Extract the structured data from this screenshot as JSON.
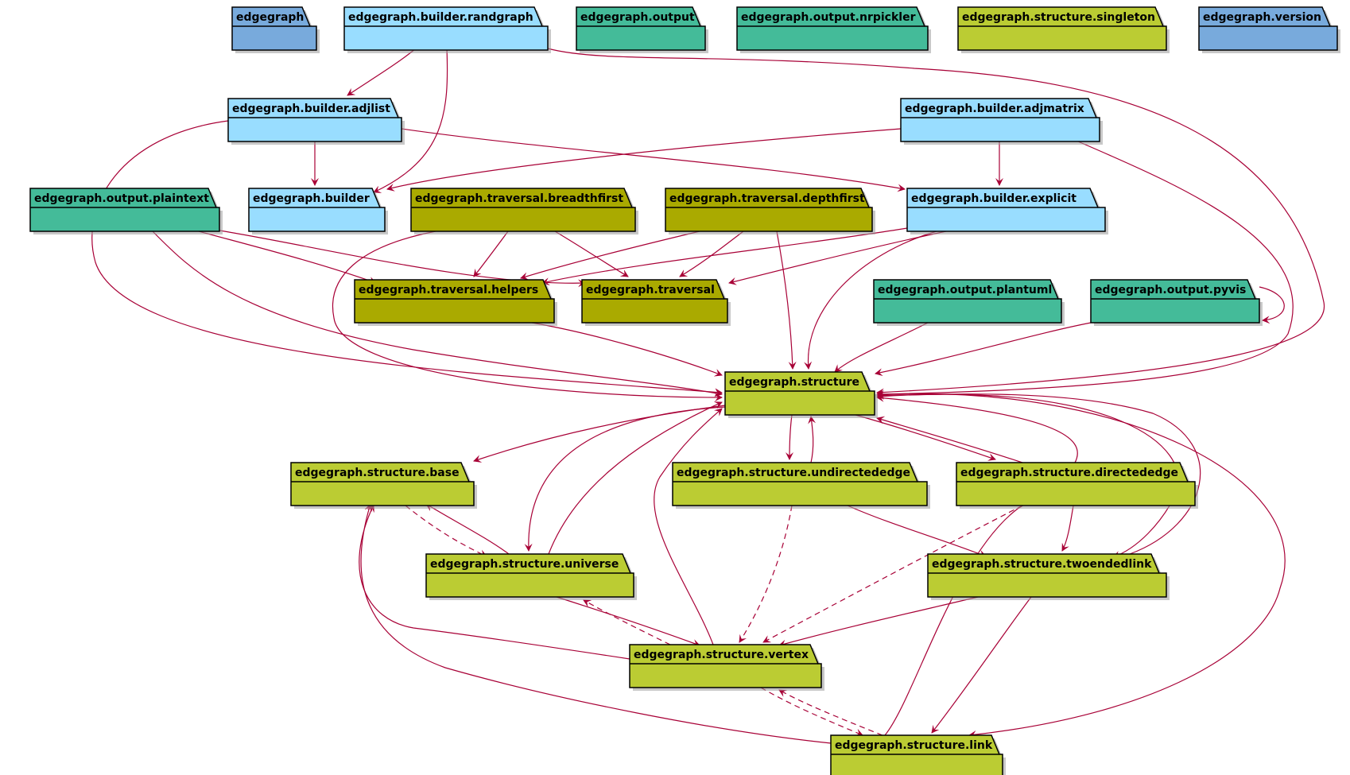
{
  "colors": {
    "edge": "#A80036",
    "outline": "#000000",
    "shadow": "#9a9a9a",
    "palette": {
      "root": "#78AADC",
      "builder": "#99DDFF",
      "output": "#44BB99",
      "traversal": "#AAAA00",
      "structure": "#BBCC33"
    }
  },
  "packages": [
    {
      "id": "edgegraph",
      "label": "edgegraph",
      "group": "root"
    },
    {
      "id": "randgraph",
      "label": "edgegraph.builder.randgraph",
      "group": "builder"
    },
    {
      "id": "output",
      "label": "edgegraph.output",
      "group": "output"
    },
    {
      "id": "nrpickler",
      "label": "edgegraph.output.nrpickler",
      "group": "output"
    },
    {
      "id": "singleton",
      "label": "edgegraph.structure.singleton",
      "group": "structure"
    },
    {
      "id": "version",
      "label": "edgegraph.version",
      "group": "root"
    },
    {
      "id": "adjlist",
      "label": "edgegraph.builder.adjlist",
      "group": "builder"
    },
    {
      "id": "adjmatrix",
      "label": "edgegraph.builder.adjmatrix",
      "group": "builder"
    },
    {
      "id": "plaintext",
      "label": "edgegraph.output.plaintext",
      "group": "output"
    },
    {
      "id": "builder",
      "label": "edgegraph.builder",
      "group": "builder"
    },
    {
      "id": "breadthfirst",
      "label": "edgegraph.traversal.breadthfirst",
      "group": "traversal"
    },
    {
      "id": "depthfirst",
      "label": "edgegraph.traversal.depthfirst",
      "group": "traversal"
    },
    {
      "id": "explicit",
      "label": "edgegraph.builder.explicit",
      "group": "builder"
    },
    {
      "id": "helpers",
      "label": "edgegraph.traversal.helpers",
      "group": "traversal"
    },
    {
      "id": "traversal",
      "label": "edgegraph.traversal",
      "group": "traversal"
    },
    {
      "id": "plantuml",
      "label": "edgegraph.output.plantuml",
      "group": "output"
    },
    {
      "id": "pyvis",
      "label": "edgegraph.output.pyvis",
      "group": "output"
    },
    {
      "id": "structure",
      "label": "edgegraph.structure",
      "group": "structure"
    },
    {
      "id": "base",
      "label": "edgegraph.structure.base",
      "group": "structure"
    },
    {
      "id": "undirectededge",
      "label": "edgegraph.structure.undirectededge",
      "group": "structure"
    },
    {
      "id": "directededge",
      "label": "edgegraph.structure.directededge",
      "group": "structure"
    },
    {
      "id": "universe",
      "label": "edgegraph.structure.universe",
      "group": "structure"
    },
    {
      "id": "twoendedlink",
      "label": "edgegraph.structure.twoendedlink",
      "group": "structure"
    },
    {
      "id": "vertex",
      "label": "edgegraph.structure.vertex",
      "group": "structure"
    },
    {
      "id": "link",
      "label": "edgegraph.structure.link",
      "group": "structure"
    }
  ],
  "edges": [
    {
      "from": "randgraph",
      "to": "adjlist",
      "style": "solid"
    },
    {
      "from": "randgraph",
      "to": "builder",
      "style": "solid"
    },
    {
      "from": "randgraph",
      "to": "structure",
      "style": "solid"
    },
    {
      "from": "adjlist",
      "to": "builder",
      "style": "solid"
    },
    {
      "from": "adjlist",
      "to": "explicit",
      "style": "solid"
    },
    {
      "from": "adjlist",
      "to": "structure",
      "style": "solid"
    },
    {
      "from": "adjmatrix",
      "to": "builder",
      "style": "solid"
    },
    {
      "from": "adjmatrix",
      "to": "explicit",
      "style": "solid"
    },
    {
      "from": "adjmatrix",
      "to": "structure",
      "style": "solid"
    },
    {
      "from": "plaintext",
      "to": "helpers",
      "style": "solid"
    },
    {
      "from": "plaintext",
      "to": "traversal",
      "style": "solid"
    },
    {
      "from": "plaintext",
      "to": "structure",
      "style": "solid"
    },
    {
      "from": "breadthfirst",
      "to": "helpers",
      "style": "solid"
    },
    {
      "from": "breadthfirst",
      "to": "traversal",
      "style": "solid"
    },
    {
      "from": "breadthfirst",
      "to": "structure",
      "style": "solid"
    },
    {
      "from": "depthfirst",
      "to": "helpers",
      "style": "solid"
    },
    {
      "from": "depthfirst",
      "to": "traversal",
      "style": "solid"
    },
    {
      "from": "depthfirst",
      "to": "structure",
      "style": "solid"
    },
    {
      "from": "explicit",
      "to": "helpers",
      "style": "solid"
    },
    {
      "from": "explicit",
      "to": "traversal",
      "style": "solid"
    },
    {
      "from": "explicit",
      "to": "structure",
      "style": "solid"
    },
    {
      "from": "helpers",
      "to": "structure",
      "style": "solid"
    },
    {
      "from": "plantuml",
      "to": "structure",
      "style": "solid"
    },
    {
      "from": "pyvis",
      "to": "pyvis",
      "style": "solid"
    },
    {
      "from": "pyvis",
      "to": "structure",
      "style": "solid"
    },
    {
      "from": "structure",
      "to": "base",
      "style": "solid"
    },
    {
      "from": "structure",
      "to": "universe",
      "style": "solid"
    },
    {
      "from": "structure",
      "to": "undirectededge",
      "style": "solid"
    },
    {
      "from": "structure",
      "to": "directededge",
      "style": "solid"
    },
    {
      "from": "universe",
      "to": "structure",
      "style": "solid"
    },
    {
      "from": "vertex",
      "to": "structure",
      "style": "solid"
    },
    {
      "from": "undirectededge",
      "to": "structure",
      "style": "solid"
    },
    {
      "from": "directededge",
      "to": "structure",
      "style": "solid"
    },
    {
      "from": "twoendedlink",
      "to": "structure",
      "style": "solid"
    },
    {
      "from": "link",
      "to": "structure",
      "style": "solid"
    },
    {
      "from": "structure",
      "to": "twoendedlink",
      "style": "solid"
    },
    {
      "from": "structure",
      "to": "link",
      "style": "solid"
    },
    {
      "from": "base",
      "to": "universe",
      "style": "dashed"
    },
    {
      "from": "universe",
      "to": "base",
      "style": "solid"
    },
    {
      "from": "vertex",
      "to": "base",
      "style": "solid"
    },
    {
      "from": "link",
      "to": "base",
      "style": "solid"
    },
    {
      "from": "undirectededge",
      "to": "twoendedlink",
      "style": "solid"
    },
    {
      "from": "undirectededge",
      "to": "vertex",
      "style": "dashed"
    },
    {
      "from": "directededge",
      "to": "twoendedlink",
      "style": "solid"
    },
    {
      "from": "directededge",
      "to": "vertex",
      "style": "dashed"
    },
    {
      "from": "universe",
      "to": "vertex",
      "style": "solid"
    },
    {
      "from": "vertex",
      "to": "universe",
      "style": "dashed"
    },
    {
      "from": "twoendedlink",
      "to": "vertex",
      "style": "solid"
    },
    {
      "from": "twoendedlink",
      "to": "link",
      "style": "solid"
    },
    {
      "from": "vertex",
      "to": "link",
      "style": "dashed"
    },
    {
      "from": "link",
      "to": "vertex",
      "style": "dashed"
    }
  ]
}
